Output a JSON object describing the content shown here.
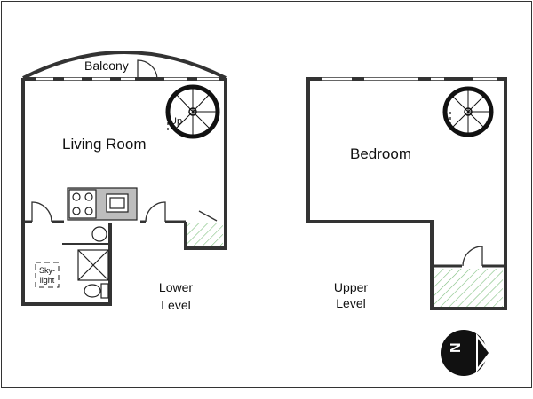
{
  "rooms": {
    "balcony": "Balcony",
    "living_room": "Living Room",
    "bedroom": "Bedroom",
    "skylight_line1": "Sky-",
    "skylight_line2": "light",
    "stair_up": "Up"
  },
  "levels": {
    "lower_line1": "Lower",
    "lower_line2": "Level",
    "upper_line1": "Upper",
    "upper_line2": "Level"
  },
  "compass": {
    "direction_letter": "N"
  },
  "colors": {
    "wall": "#333333",
    "line": "#222222",
    "hatch": "#7fbf7f"
  }
}
